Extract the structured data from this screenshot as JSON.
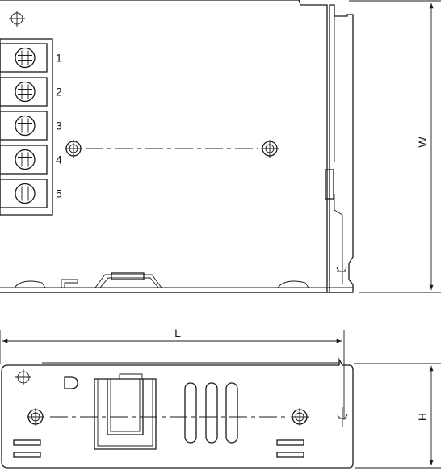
{
  "terminals": [
    "1",
    "2",
    "3",
    "4",
    "5"
  ],
  "dimensions": {
    "length": "L",
    "width": "W",
    "height": "H"
  },
  "side_marker": "D"
}
